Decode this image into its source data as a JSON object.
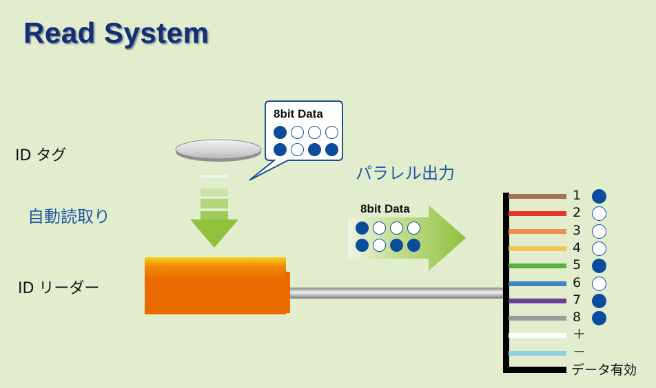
{
  "title": "Read System",
  "labels": {
    "tag": "ID タグ",
    "auto_read": "自動読取り",
    "reader": "ID リーダー",
    "parallel": "パラレル出力"
  },
  "tag_bubble": {
    "title": "8bit Data",
    "bits": [
      1,
      0,
      0,
      0,
      1,
      0,
      1,
      1
    ]
  },
  "parallel_data": {
    "title": "8bit Data",
    "bits": [
      1,
      0,
      0,
      0,
      1,
      0,
      1,
      1
    ]
  },
  "wires": [
    {
      "label": "1",
      "color": "#a87155",
      "bit": 1
    },
    {
      "label": "2",
      "color": "#e5352a",
      "bit": 0
    },
    {
      "label": "3",
      "color": "#ec8f4e",
      "bit": 0
    },
    {
      "label": "4",
      "color": "#f4c35c",
      "bit": 0
    },
    {
      "label": "5",
      "color": "#58b13f",
      "bit": 1
    },
    {
      "label": "6",
      "color": "#3c86c8",
      "bit": 0
    },
    {
      "label": "7",
      "color": "#6a3f98",
      "bit": 1
    },
    {
      "label": "8",
      "color": "#9b9b9b",
      "bit": 1
    },
    {
      "label": "＋",
      "color": "#ffffff",
      "bit": null
    },
    {
      "label": "－",
      "color": "#8ecfe0",
      "bit": null
    }
  ],
  "valid_label": "データ有効",
  "colors": {
    "dot": "#0b4d9c",
    "reader": "#ea6a00",
    "arrow": "#8fc13c"
  }
}
